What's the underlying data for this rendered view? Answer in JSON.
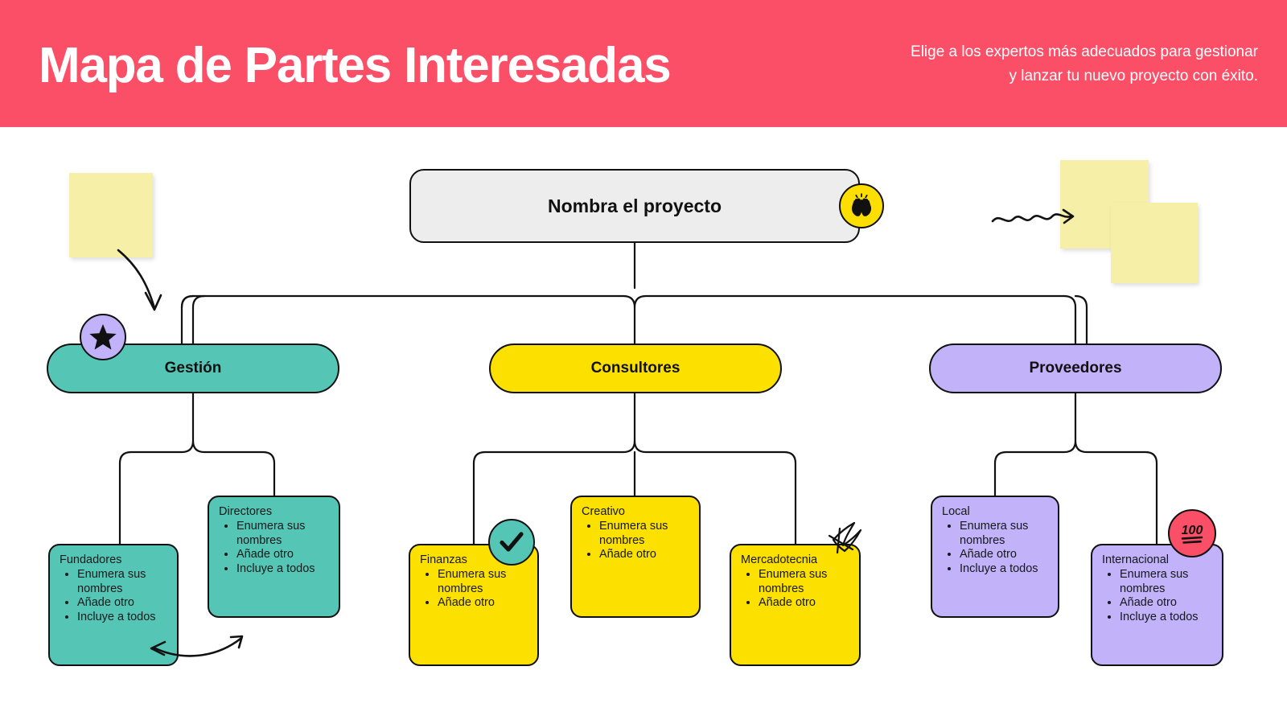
{
  "header": {
    "title": "Mapa de Partes Interesadas",
    "subtitle": "Elige a los expertos más adecuados para gestionar y lanzar tu nuevo proyecto con éxito.",
    "background_color": "#FB4E67",
    "text_color": "#FFFFFF"
  },
  "colors": {
    "accent_red": "#FB4E67",
    "teal": "#55C6B6",
    "yellow": "#FCE000",
    "purple": "#C1B2FA",
    "root_gray": "#EDEDED",
    "sticky_yellow": "#F5EFA8",
    "outline": "#111111"
  },
  "root": {
    "label": "Nombra el proyecto",
    "badge_icon": "clapping-hands-emoji"
  },
  "branches": [
    {
      "label": "Gestión",
      "color": "#55C6B6",
      "badge_icon": "star-emoji",
      "cards": [
        {
          "title": "Fundadores",
          "items": [
            "Enumera sus nombres",
            "Añade otro",
            "Incluye a todos"
          ]
        },
        {
          "title": "Directores",
          "items": [
            "Enumera sus nombres",
            "Añade otro",
            "Incluye a todos"
          ]
        }
      ]
    },
    {
      "label": "Consultores",
      "color": "#FCE000",
      "badge_icon": null,
      "cards": [
        {
          "title": "Finanzas",
          "items": [
            "Enumera sus nombres",
            "Añade otro"
          ],
          "badge_icon": "check-mark-emoji"
        },
        {
          "title": "Creativo",
          "items": [
            "Enumera sus nombres",
            "Añade otro"
          ]
        },
        {
          "title": "Mercadotecnia",
          "items": [
            "Enumera sus nombres",
            "Añade otro"
          ],
          "badge_icon": "star-doodle"
        }
      ]
    },
    {
      "label": "Proveedores",
      "color": "#C1B2FA",
      "badge_icon": null,
      "cards": [
        {
          "title": "Local",
          "items": [
            "Enumera sus nombres",
            "Añade otro",
            "Incluye a todos"
          ]
        },
        {
          "title": "Internacional",
          "items": [
            "Enumera sus nombres",
            "Añade otro",
            "Incluye a todos"
          ],
          "badge_icon": "hundred-points-emoji"
        }
      ]
    }
  ],
  "badges": {
    "hundred_label": "100"
  },
  "decorations": [
    {
      "name": "sticky-note-left",
      "color": "#F5EFA8"
    },
    {
      "name": "sticky-note-top-right-back",
      "color": "#F5EFA8"
    },
    {
      "name": "sticky-note-top-right-front",
      "color": "#F5EFA8"
    },
    {
      "name": "curved-arrow-down",
      "color": "#111111"
    },
    {
      "name": "squiggle-arrow-right",
      "color": "#111111"
    },
    {
      "name": "double-headed-curved-arrow",
      "color": "#111111"
    }
  ]
}
